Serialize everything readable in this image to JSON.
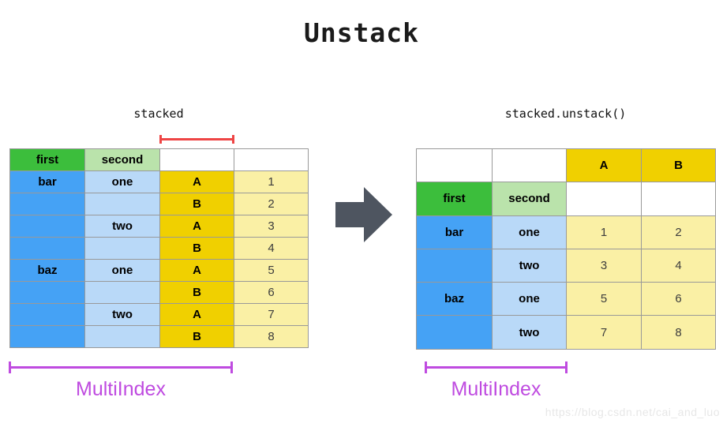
{
  "title": "Unstack",
  "left_panel": {
    "label": "stacked",
    "table": {
      "header": [
        "first",
        "second",
        "",
        ""
      ],
      "rows": [
        [
          "bar",
          "one",
          "A",
          "1"
        ],
        [
          "",
          "",
          "B",
          "2"
        ],
        [
          "",
          "two",
          "A",
          "3"
        ],
        [
          "",
          "",
          "B",
          "4"
        ],
        [
          "baz",
          "one",
          "A",
          "5"
        ],
        [
          "",
          "",
          "B",
          "6"
        ],
        [
          "",
          "two",
          "A",
          "7"
        ],
        [
          "",
          "",
          "B",
          "8"
        ]
      ]
    },
    "bracket_label": "MultiIndex"
  },
  "right_panel": {
    "label": "stacked.unstack()",
    "table": {
      "column_header": [
        "",
        "",
        "A",
        "B"
      ],
      "index_header": [
        "first",
        "second",
        "",
        ""
      ],
      "rows": [
        [
          "bar",
          "one",
          "1",
          "2"
        ],
        [
          "",
          "two",
          "3",
          "4"
        ],
        [
          "baz",
          "one",
          "5",
          "6"
        ],
        [
          "",
          "two",
          "7",
          "8"
        ]
      ]
    },
    "bracket_label": "MultiIndex"
  },
  "watermark": "https://blog.csdn.net/cai_and_luo",
  "colors": {
    "index_level1_green": "#3cbe3c",
    "index_level2_light_green": "#bae3ab",
    "index_value_blue": "#45a2f5",
    "index_value_light_blue": "#b9d9f8",
    "column_gold": "#f0d000",
    "value_light_yellow": "#faf0a5",
    "table_border_gray": "#999999",
    "arrow_dark_gray": "#4e5560",
    "red_bracket": "#ee4545",
    "multiindex_magenta": "#bf4be0"
  }
}
